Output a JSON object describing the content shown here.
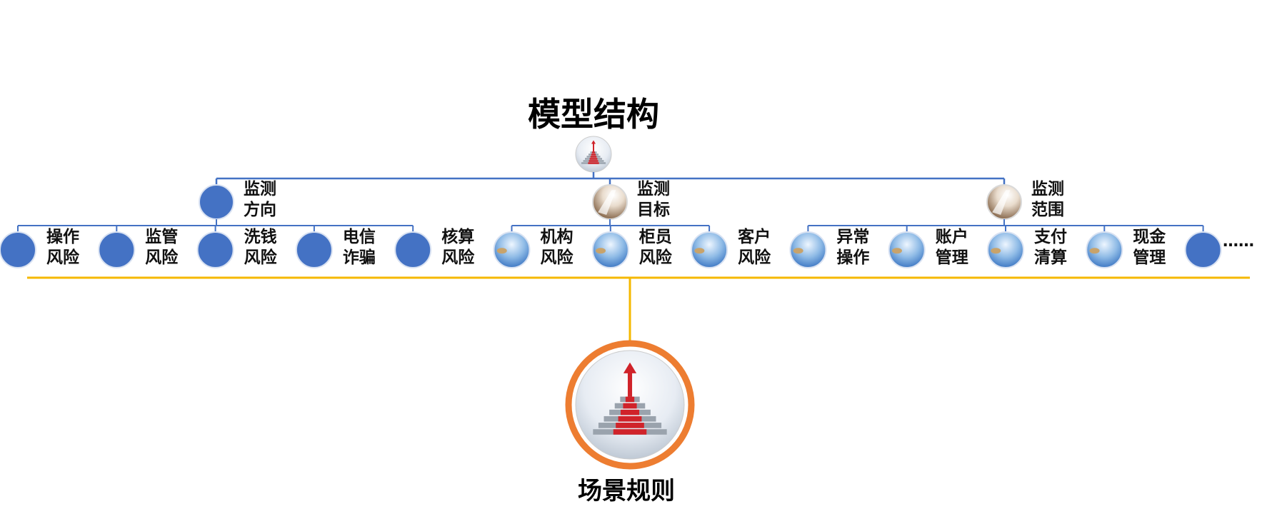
{
  "title": "模型结构",
  "root_caption": "场景规则",
  "more_indicator": "……",
  "colors": {
    "connector": "#4472c4",
    "node_fill": "#4472c4",
    "divider": "#f5b800",
    "root_ring": "#ed7d31"
  },
  "groups": [
    {
      "label": [
        "监测",
        "方向"
      ],
      "icon": "blue-circle",
      "children": [
        {
          "label": [
            "操作",
            "风险"
          ],
          "icon": "blue-circle"
        },
        {
          "label": [
            "监管",
            "风险"
          ],
          "icon": "blue-circle"
        },
        {
          "label": [
            "洗钱",
            "风险"
          ],
          "icon": "blue-circle"
        },
        {
          "label": [
            "电信",
            "诈骗"
          ],
          "icon": "blue-circle"
        },
        {
          "label": [
            "核算",
            "风险"
          ],
          "icon": "blue-circle"
        }
      ]
    },
    {
      "label": [
        "监测",
        "目标"
      ],
      "icon": "light-beam-photo",
      "children": [
        {
          "label": [
            "机构",
            "风险"
          ],
          "icon": "sky-photo"
        },
        {
          "label": [
            "柜员",
            "风险"
          ],
          "icon": "sky-photo"
        },
        {
          "label": [
            "客户",
            "风险"
          ],
          "icon": "sky-photo"
        }
      ]
    },
    {
      "label": [
        "监测",
        "范围"
      ],
      "icon": "light-beam-photo",
      "children": [
        {
          "label": [
            "异常",
            "操作"
          ],
          "icon": "sky-photo"
        },
        {
          "label": [
            "账户",
            "管理"
          ],
          "icon": "sky-photo"
        },
        {
          "label": [
            "支付",
            "清算"
          ],
          "icon": "sky-photo"
        },
        {
          "label": [
            "现金",
            "管理"
          ],
          "icon": "sky-photo"
        },
        {
          "label": [],
          "icon": "blue-circle"
        }
      ]
    }
  ]
}
